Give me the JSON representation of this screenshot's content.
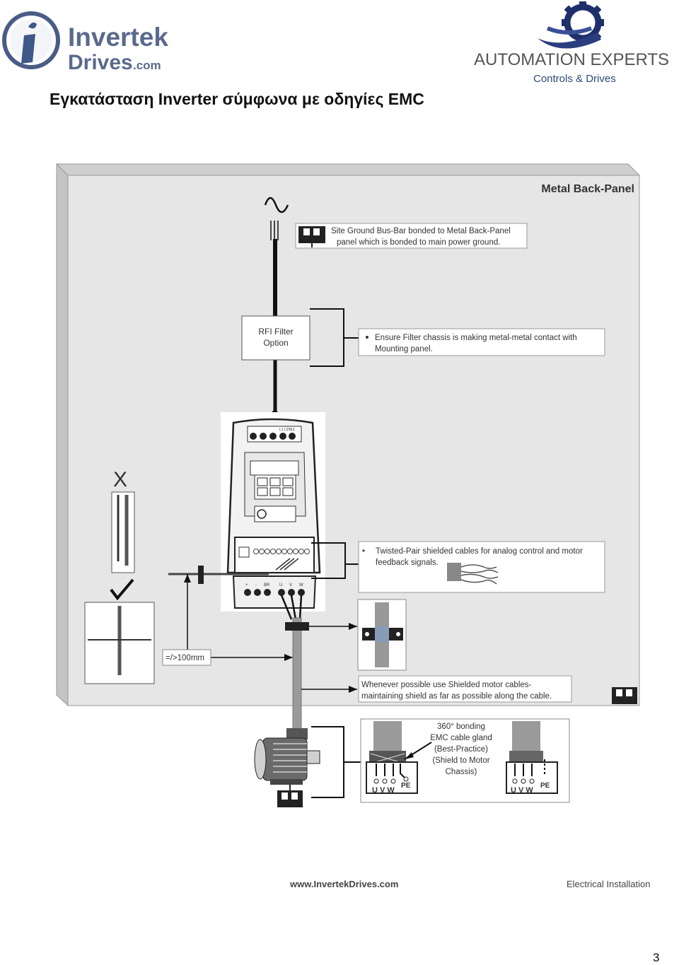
{
  "header": {
    "left_logo": {
      "line1": "Invertek",
      "line2": "Drives",
      "suffix": ".com",
      "colors": {
        "brand": "#5a6a8c",
        "icon_blue": "#3f5789"
      }
    },
    "right_logo": {
      "line1": "AUTOMATION EXPERTS",
      "line2": "Controls & Drives",
      "colors": {
        "gear": "#1f2f6b",
        "text": "#555555",
        "subtext": "#2d4a7a"
      }
    },
    "title": "Εγκατάσταση Inverter σύμφωνα με οδηγίες EMC"
  },
  "diagram": {
    "panel_label": "Metal Back-Panel",
    "ground_note": {
      "line1": "Site Ground Bus-Bar bonded to Metal Back-Panel",
      "line2": "panel which is bonded to main power ground."
    },
    "filter_box": {
      "line1": "RFI Filter",
      "line2": "Option"
    },
    "filter_note": {
      "line1": "Ensure Filter chassis is making metal-metal contact with",
      "line2": "Mounting panel."
    },
    "twisted_note": {
      "bullet": "•",
      "line1": "Twisted-Pair shielded cables for analog control and motor",
      "line2": "feedback signals."
    },
    "distance_label": "=/>100mm",
    "wrong_mark": "X",
    "right_mark": "✓",
    "motor_cable_note": {
      "line1": "Whenever possible use Shielded motor cables-",
      "line2": "maintaining shield as far as possible along the cable."
    },
    "gland_note": {
      "line1": "360° bonding",
      "line2": "EMC cable gland",
      "line3": "(Best-Practice)",
      "line4": "(Shield to Motor",
      "line5": "Chassis)"
    },
    "terminals": {
      "uvw": "U V W",
      "pe": "PE"
    },
    "drive_terminals_top": [
      "L1",
      "L2/N",
      "L3"
    ],
    "drive_terminals_bottom": [
      "+",
      "-",
      "BR",
      "U",
      "V",
      "W"
    ],
    "colors": {
      "panel": "#e6e6e6",
      "panel_edge": "#bdbdbd",
      "cable": "#9a9a9a",
      "wire": "#111111"
    }
  },
  "footer": {
    "url": "www.InvertekDrives.com",
    "section": "Electrical Installation",
    "page_number": "3"
  }
}
